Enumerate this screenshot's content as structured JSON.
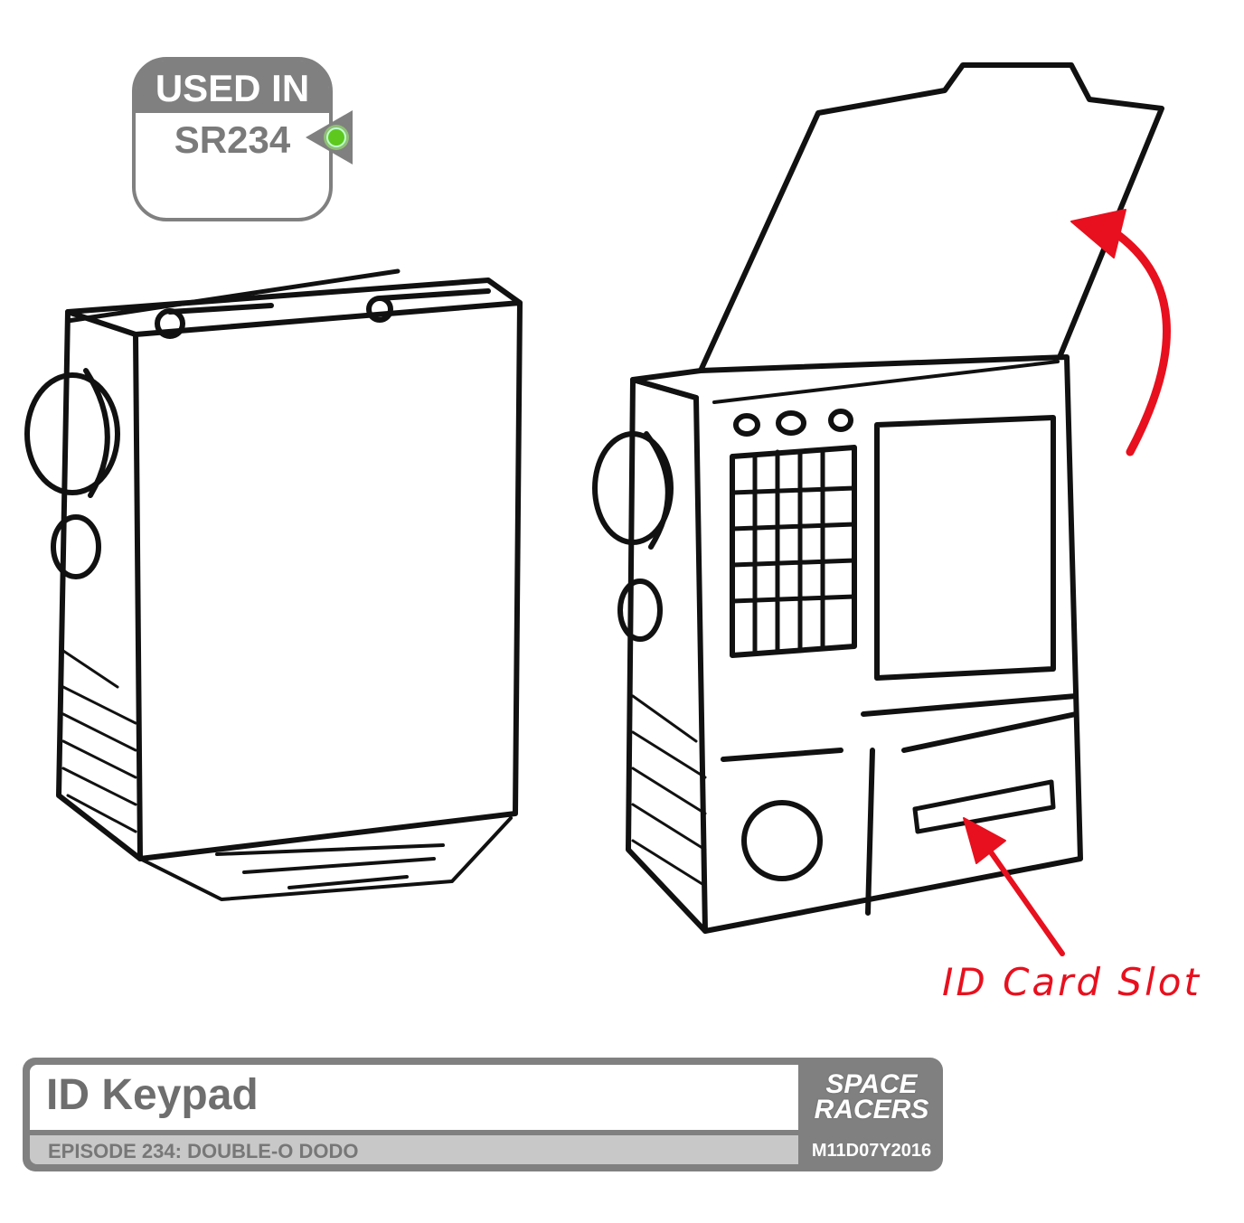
{
  "badge": {
    "label": "USED IN",
    "code": "SR234",
    "indicator_color": "#66dd22"
  },
  "annotation": {
    "label": "ID Card Slot",
    "color": "#e8101e"
  },
  "footer": {
    "title": "ID Keypad",
    "episode": "EPISODE 234: DOUBLE-O DODO",
    "logo_text": "SPACE RACERS",
    "logo_line1": "SPACE",
    "logo_line2": "RACERS",
    "date": "M11D07Y2016"
  }
}
